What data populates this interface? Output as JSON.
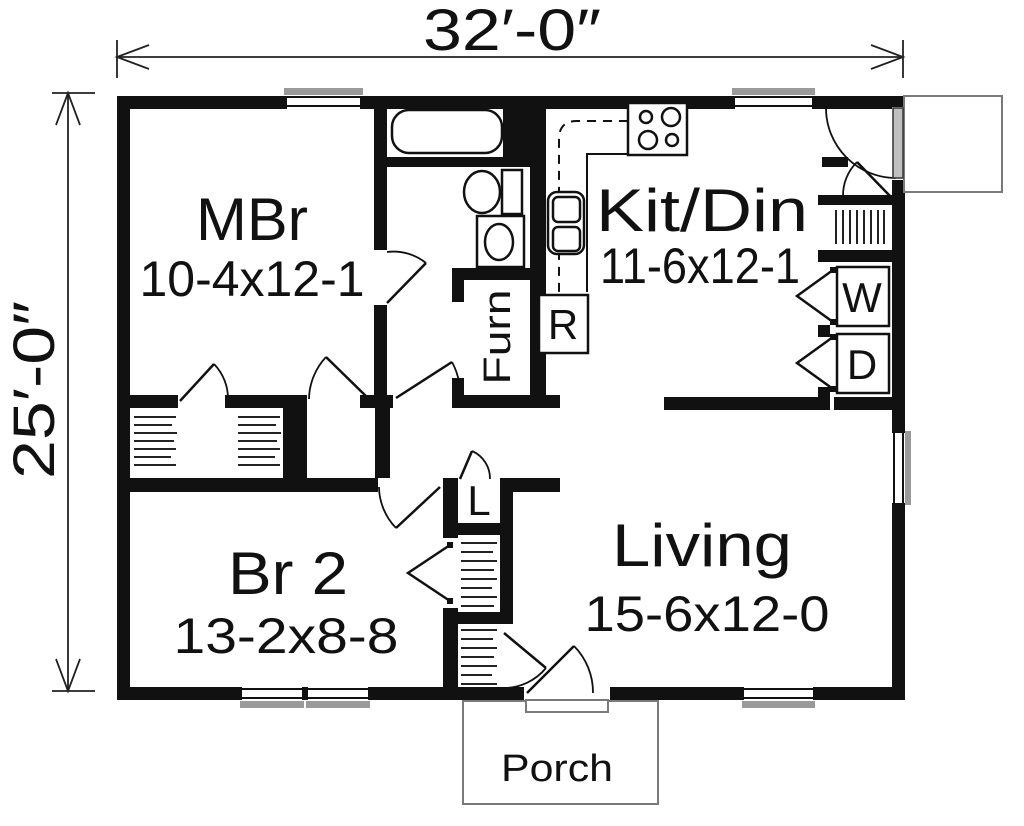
{
  "plan": {
    "overall_width_label": "32′-0″",
    "overall_height_label": "25′-0″",
    "rooms": {
      "mbr": {
        "name": "MBr",
        "size": "10-4x12-1"
      },
      "kitdin": {
        "name": "Kit/Din",
        "size": "11-6x12-1"
      },
      "br2": {
        "name": "Br 2",
        "size": "13-2x8-8"
      },
      "living": {
        "name": "Living",
        "size": "15-6x12-0"
      },
      "porch": {
        "name": "Porch"
      }
    },
    "fixtures": {
      "furnace_label": "Furn",
      "range_label": "R",
      "washer_label": "W",
      "dryer_label": "D",
      "linen_label": "L"
    },
    "colors": {
      "wall": "#111111",
      "background": "#ffffff",
      "sill_gray": "#9a9a9a",
      "outline_gray": "#7a7a7a"
    }
  }
}
